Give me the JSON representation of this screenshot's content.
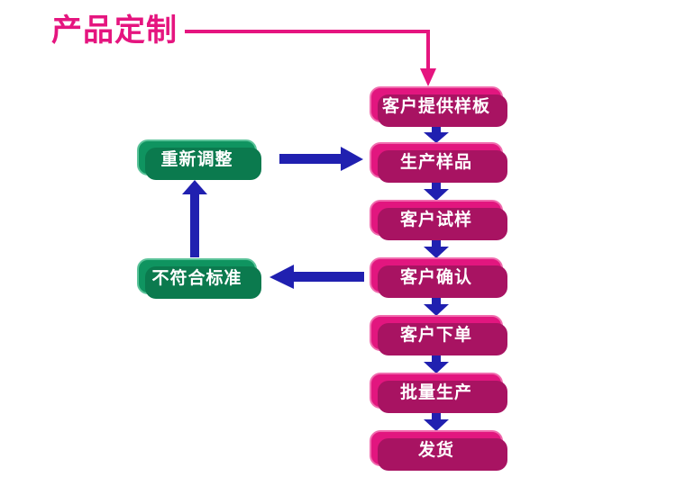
{
  "diagram": {
    "title": "产品定制",
    "title_color": "#e5157f",
    "background": "#ffffff",
    "node_colors": {
      "pink_fill": "#e2167f",
      "pink_border": "#f06cae",
      "pink_shadow": "#a81362",
      "green_fill": "#0f9460",
      "green_border": "#5cc39a",
      "green_shadow": "#0b7a4e",
      "arrow_blue": "#2020b0",
      "connector_pink": "#e5157f",
      "text": "#ffffff"
    },
    "main_flow": [
      {
        "id": "n1",
        "label": "客户提供样板",
        "type": "pink"
      },
      {
        "id": "n2",
        "label": "生产样品",
        "type": "pink"
      },
      {
        "id": "n3",
        "label": "客户试样",
        "type": "pink"
      },
      {
        "id": "n4",
        "label": "客户确认",
        "type": "pink"
      },
      {
        "id": "n5",
        "label": "客户下单",
        "type": "pink"
      },
      {
        "id": "n6",
        "label": "批量生产",
        "type": "pink"
      },
      {
        "id": "n7",
        "label": "发货",
        "type": "pink"
      }
    ],
    "side_flow": [
      {
        "id": "g1",
        "label": "重新调整",
        "type": "green"
      },
      {
        "id": "g2",
        "label": "不符合标准",
        "type": "green"
      }
    ],
    "connectors": [
      {
        "id": "c-title",
        "from": "title",
        "to": "n1",
        "direction": "down",
        "color": "#e5157f",
        "style": "elbow"
      },
      {
        "id": "c-1-2",
        "from": "n1",
        "to": "n2",
        "direction": "down",
        "color": "#2020b0"
      },
      {
        "id": "c-2-3",
        "from": "n2",
        "to": "n3",
        "direction": "down",
        "color": "#2020b0"
      },
      {
        "id": "c-3-4",
        "from": "n3",
        "to": "n4",
        "direction": "down",
        "color": "#2020b0"
      },
      {
        "id": "c-4-5",
        "from": "n4",
        "to": "n5",
        "direction": "down",
        "color": "#2020b0"
      },
      {
        "id": "c-5-6",
        "from": "n5",
        "to": "n6",
        "direction": "down",
        "color": "#2020b0"
      },
      {
        "id": "c-6-7",
        "from": "n6",
        "to": "n7",
        "direction": "down",
        "color": "#2020b0"
      },
      {
        "id": "c-g1-n2",
        "from": "g1",
        "to": "n2",
        "direction": "right",
        "color": "#2020b0"
      },
      {
        "id": "c-n4-g2",
        "from": "n4",
        "to": "g2",
        "direction": "left",
        "color": "#2020b0"
      },
      {
        "id": "c-g2-g1",
        "from": "g2",
        "to": "g1",
        "direction": "up",
        "color": "#2020b0"
      }
    ]
  }
}
